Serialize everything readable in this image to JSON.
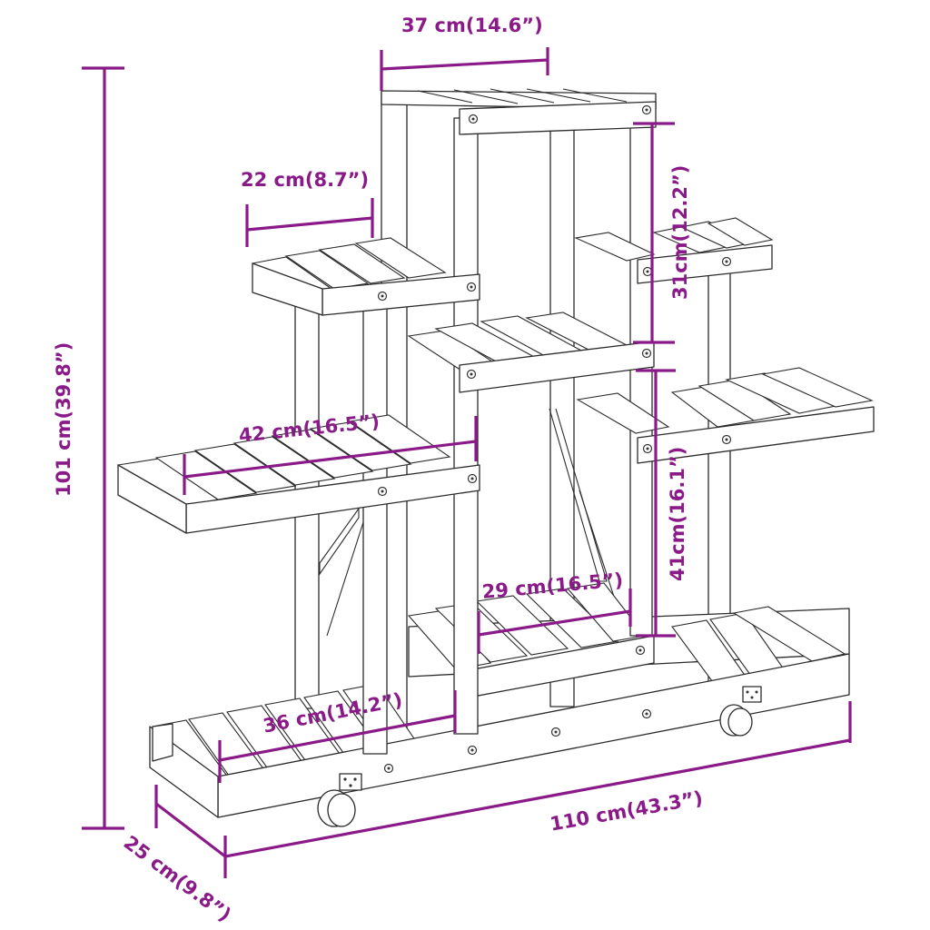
{
  "diagram": {
    "subject": "4-tier wooden plant stand with casters",
    "colors": {
      "dimension": "#8b1a89",
      "line": "#2b2b2b",
      "background": "#ffffff"
    },
    "dimensions": {
      "top_width": {
        "label": "37 cm(14.6”)"
      },
      "upper_left_depth": {
        "label": "22 cm(8.7”)"
      },
      "upper_gap": {
        "label": "31cm(12.2”)"
      },
      "total_height": {
        "label": "101 cm(39.8”)"
      },
      "mid_left_width": {
        "label": "42 cm(16.5”)"
      },
      "lower_gap": {
        "label": "41cm(16.1”)"
      },
      "inner_shelf": {
        "label": "29 cm(16.5”)"
      },
      "bottom_inner": {
        "label": "36 cm(14.2”)"
      },
      "total_width": {
        "label": "110 cm(43.3”)"
      },
      "total_depth": {
        "label": "25 cm(9.8”)"
      }
    }
  }
}
